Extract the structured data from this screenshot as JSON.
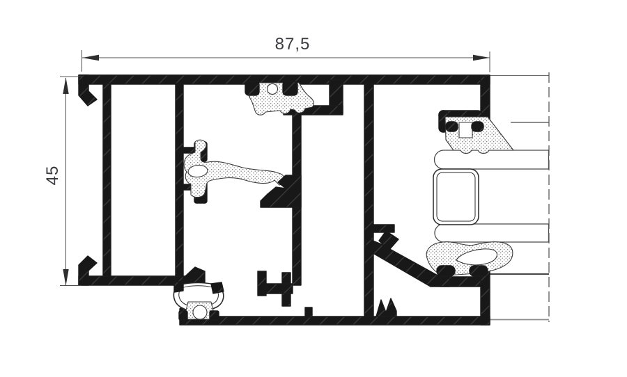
{
  "drawing": {
    "type": "technical-cross-section",
    "subject": "aluminium window profile section with glazing",
    "dimensions": {
      "width_label": "87,5",
      "height_label": "45"
    },
    "colors": {
      "background": "#ffffff",
      "profile_fill": "#181818",
      "profile_hatch": "#3c3c3c",
      "gasket_dot": "#6b6b6b",
      "outline": "#2a2a2a",
      "dimension_line": "#4f4f4f",
      "dimension_text": "#3b3b40",
      "glass_edge": "#8d8d8d"
    }
  }
}
